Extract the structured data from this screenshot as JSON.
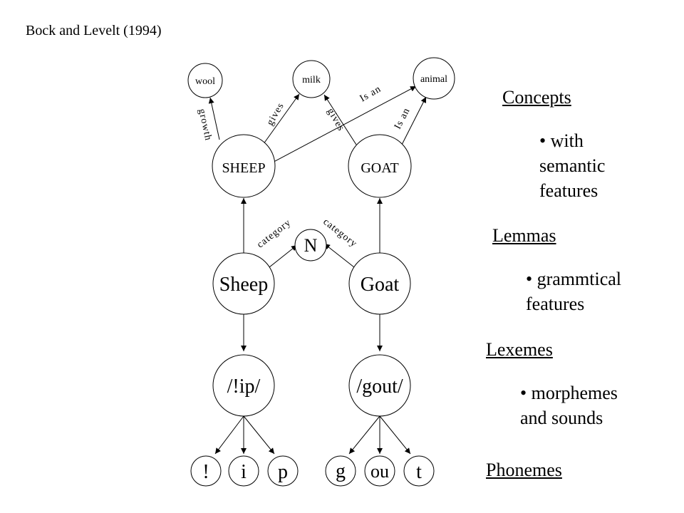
{
  "citation": "Bock and Levelt (1994)",
  "nodes": {
    "wool": "wool",
    "milk": "milk",
    "animal": "animal",
    "sheep_concept": "SHEEP",
    "goat_concept": "GOAT",
    "n": "N",
    "sheep_lemma": "Sheep",
    "goat_lemma": "Goat",
    "sheep_lexeme": "/!ip/",
    "goat_lexeme": "/gout/",
    "ph_sh": "!",
    "ph_i": "i",
    "ph_p": "p",
    "ph_g": "g",
    "ph_ou": "ou",
    "ph_t": "t"
  },
  "edge_labels": {
    "growth": "growth",
    "gives_sheep": "gives",
    "gives_goat": "gives",
    "is_an_sheep": "Is an",
    "is_an_goat": "Is an",
    "category_sheep": "category",
    "category_goat": "category"
  },
  "legend": {
    "concepts": {
      "title": "Concepts",
      "bullet_lines": [
        "• with",
        "semantic",
        "features"
      ]
    },
    "lemmas": {
      "title": "Lemmas",
      "bullet_lines": [
        "• grammtical",
        "features"
      ]
    },
    "lexemes": {
      "title": "Lexemes",
      "bullet_lines": [
        "• morphemes",
        "and sounds"
      ]
    },
    "phonemes": {
      "title": "Phonemes"
    }
  }
}
